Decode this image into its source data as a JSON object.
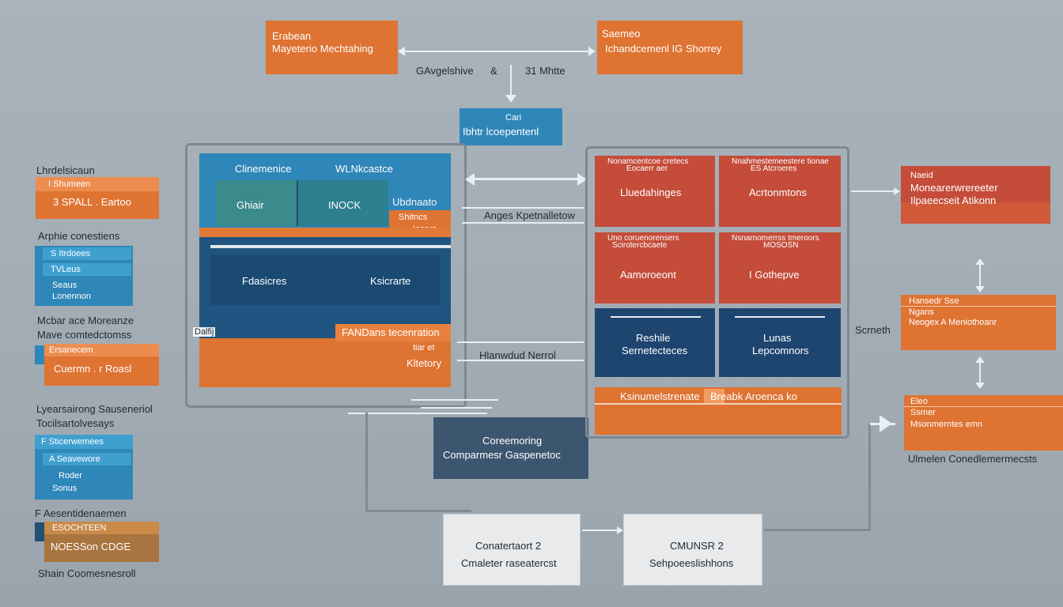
{
  "top": {
    "left_box": {
      "line1": "Erabean",
      "line2": "Mayeterio Mechtahing"
    },
    "right_box": {
      "line1": "Saemeo",
      "line2": "Ichandcemenl IG Shorrey"
    },
    "connector_text_left": "GAvgelshive",
    "connector_amp": "&",
    "connector_text_right": "31 Mhtte",
    "center_box": {
      "line1": "Cari",
      "line2": "Ibhtr lcoepentenl"
    }
  },
  "left_column": {
    "group1": {
      "title": "Lhrdelsicaun",
      "tag": "I Shumeen",
      "value": "3 SPALL . Eartoo"
    },
    "group2": {
      "title": "Arphie conestiens",
      "rows": [
        "S Itrdoees",
        "TVLeus",
        "Seaus",
        "Lonennon"
      ]
    },
    "group3": {
      "title1": "Mcbar ace Moreanze",
      "title2": "Mave comtedctomss",
      "tag": "Ersanecem",
      "value": "Cuermn . r Roasl"
    },
    "group4": {
      "title1": "Lyearsairong Sauseneriol",
      "title2": "Tocilsartolvesays",
      "rows": [
        "F Sticerwemees",
        "A Seavewore",
        "Roder",
        "Sonus"
      ]
    },
    "group5": {
      "title": "F Aesentidenaemen",
      "tag": "ESOCHTEEN",
      "value": "NOESSon CDGE",
      "caption": "Shain Coomesnesroll"
    }
  },
  "center": {
    "header_left": "Clinemenice",
    "header_right": "WLNkcastce",
    "cell_a": "Ghiair",
    "cell_b": "INOCK",
    "tag_top": "Ubdnaato",
    "tag_a1": "Shitncs",
    "tag_a2": "Icoors",
    "mid_left": "Fdasicres",
    "mid_right": "Ksicrarte",
    "side_tag": "Dalfij",
    "bar_tag": "FANDans tecenration",
    "tag_b1": "tiar et",
    "tag_b2": "Kltetory",
    "arrow_label_1": "Anges Kpetnalletow",
    "arrow_label_2": "Hlanwdud Nerrol",
    "bottom_box": {
      "line1": "Coreemoring",
      "line2": "Comparmesr Gaspenetoc"
    }
  },
  "right": {
    "r1c1": {
      "top": "Nonamcentcoe cretecs",
      "sub": "Eocaerr aer",
      "label": "Lluedahinges"
    },
    "r1c2": {
      "top": "Nnahmestemeestere tionae",
      "sub": "ES Atcroeres",
      "label": "Acrtonmtons"
    },
    "r2c1": {
      "top": "Uno coruenorensers",
      "sub": "Scirotercbcaete",
      "label": "Aamoroeont"
    },
    "r2c2": {
      "top": "Nsnarnomerrss tmeroors",
      "sub": "MOSOSN",
      "label": "I Gothepve"
    },
    "r3c1": {
      "line1": "Reshile",
      "line2": "Sernetecteces"
    },
    "r3c2": {
      "line1": "Lunas",
      "line2": "Lepcomnors"
    },
    "footer_left": "Ksinumelstrenate",
    "footer_right": "Breabk Aroenca ko"
  },
  "far_right": {
    "box1": {
      "line1": "Naeid",
      "line2": "Monearerwrereeter",
      "line3": "Ilpaeecseit Atikonn"
    },
    "box2": {
      "line1": "Hansedr Sse",
      "line2": "Ngans",
      "line3": "Neogex A Meniothoanr"
    },
    "box2_label": "Scrneth",
    "box3": {
      "line1": "Eleo",
      "line2": "Ssmer",
      "line3": "Msonmerntes emn"
    },
    "box3_caption": "Ulmelen Conedlemermecsts"
  },
  "bottom": {
    "box_left": {
      "line1": "Conatertaort 2",
      "line2": "Cmaleter raseatercst"
    },
    "box_right": {
      "line1": "CMUNSR 2",
      "line2": "Sehpoeeslishhons"
    }
  }
}
